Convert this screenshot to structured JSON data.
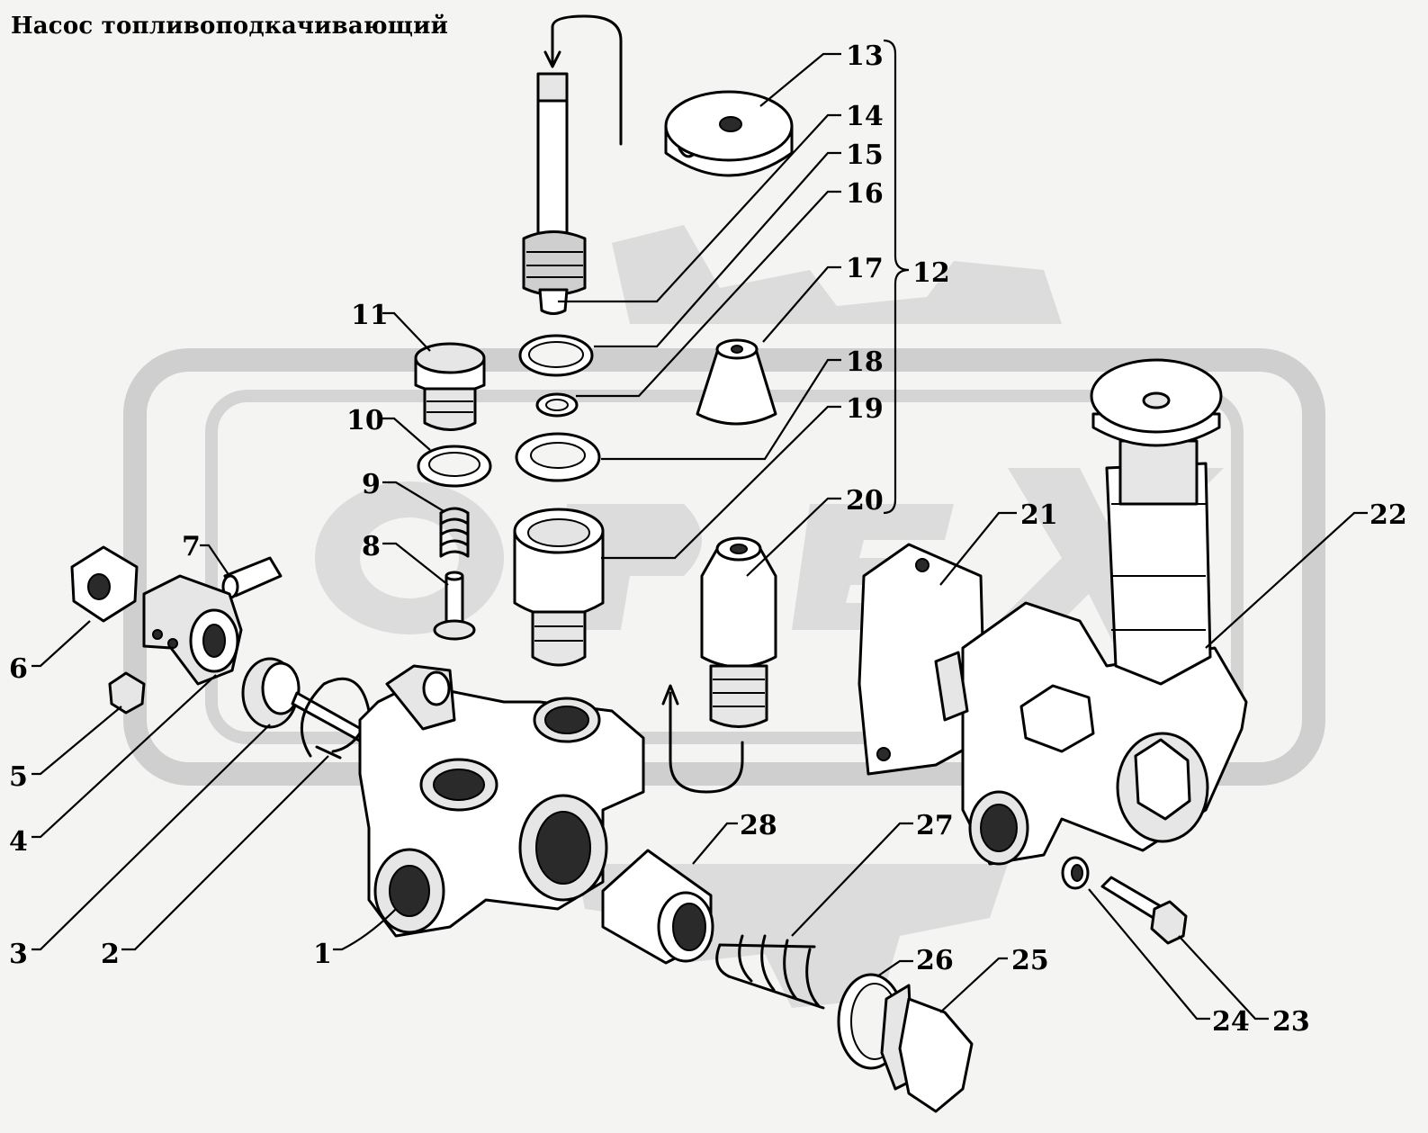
{
  "title": "Насос топливоподкачивающий",
  "callouts": [
    {
      "id": "1",
      "text": "1"
    },
    {
      "id": "2",
      "text": "2"
    },
    {
      "id": "3",
      "text": "3"
    },
    {
      "id": "4",
      "text": "4"
    },
    {
      "id": "5",
      "text": "5"
    },
    {
      "id": "6",
      "text": "6"
    },
    {
      "id": "7",
      "text": "7"
    },
    {
      "id": "8",
      "text": "8"
    },
    {
      "id": "9",
      "text": "9"
    },
    {
      "id": "10",
      "text": "10"
    },
    {
      "id": "11",
      "text": "11"
    },
    {
      "id": "12",
      "text": "12"
    },
    {
      "id": "13",
      "text": "13"
    },
    {
      "id": "14",
      "text": "14"
    },
    {
      "id": "15",
      "text": "15"
    },
    {
      "id": "16",
      "text": "16"
    },
    {
      "id": "17",
      "text": "17"
    },
    {
      "id": "18",
      "text": "18"
    },
    {
      "id": "19",
      "text": "19"
    },
    {
      "id": "20",
      "text": "20"
    },
    {
      "id": "21",
      "text": "21"
    },
    {
      "id": "22",
      "text": "22"
    },
    {
      "id": "23",
      "text": "23"
    },
    {
      "id": "24",
      "text": "24"
    },
    {
      "id": "25",
      "text": "25"
    },
    {
      "id": "26",
      "text": "26"
    },
    {
      "id": "27",
      "text": "27"
    },
    {
      "id": "28",
      "text": "28"
    }
  ]
}
